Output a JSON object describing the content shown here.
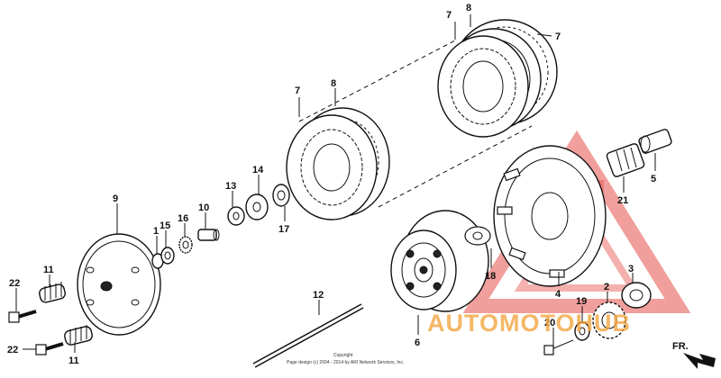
{
  "callouts": [
    {
      "id": "p1",
      "text": "1"
    },
    {
      "id": "p2",
      "text": "2"
    },
    {
      "id": "p3",
      "text": "3"
    },
    {
      "id": "p4",
      "text": "4"
    },
    {
      "id": "p5",
      "text": "5"
    },
    {
      "id": "p6",
      "text": "6"
    },
    {
      "id": "p7a",
      "text": "7"
    },
    {
      "id": "p7b",
      "text": "7"
    },
    {
      "id": "p7c",
      "text": "7"
    },
    {
      "id": "p8a",
      "text": "8"
    },
    {
      "id": "p8b",
      "text": "8"
    },
    {
      "id": "p9",
      "text": "9"
    },
    {
      "id": "p10",
      "text": "10"
    },
    {
      "id": "p11a",
      "text": "11"
    },
    {
      "id": "p11b",
      "text": "11"
    },
    {
      "id": "p12",
      "text": "12"
    },
    {
      "id": "p13",
      "text": "13"
    },
    {
      "id": "p14",
      "text": "14"
    },
    {
      "id": "p15",
      "text": "15"
    },
    {
      "id": "p16",
      "text": "16"
    },
    {
      "id": "p17",
      "text": "17"
    },
    {
      "id": "p18",
      "text": "18"
    },
    {
      "id": "p19",
      "text": "19"
    },
    {
      "id": "p20",
      "text": "20"
    },
    {
      "id": "p21",
      "text": "21"
    },
    {
      "id": "p22a",
      "text": "22"
    },
    {
      "id": "p22b",
      "text": "22"
    }
  ],
  "direction_marker": "FR.",
  "watermark": {
    "text": "AUTOMOTOHUB",
    "color_red": "#e0322a",
    "color_orange": "#f3a640"
  },
  "copyright": {
    "line1": "Copyright",
    "line2": "Page design (c) 2004 - 2014 by ARI Network Services, Inc."
  }
}
